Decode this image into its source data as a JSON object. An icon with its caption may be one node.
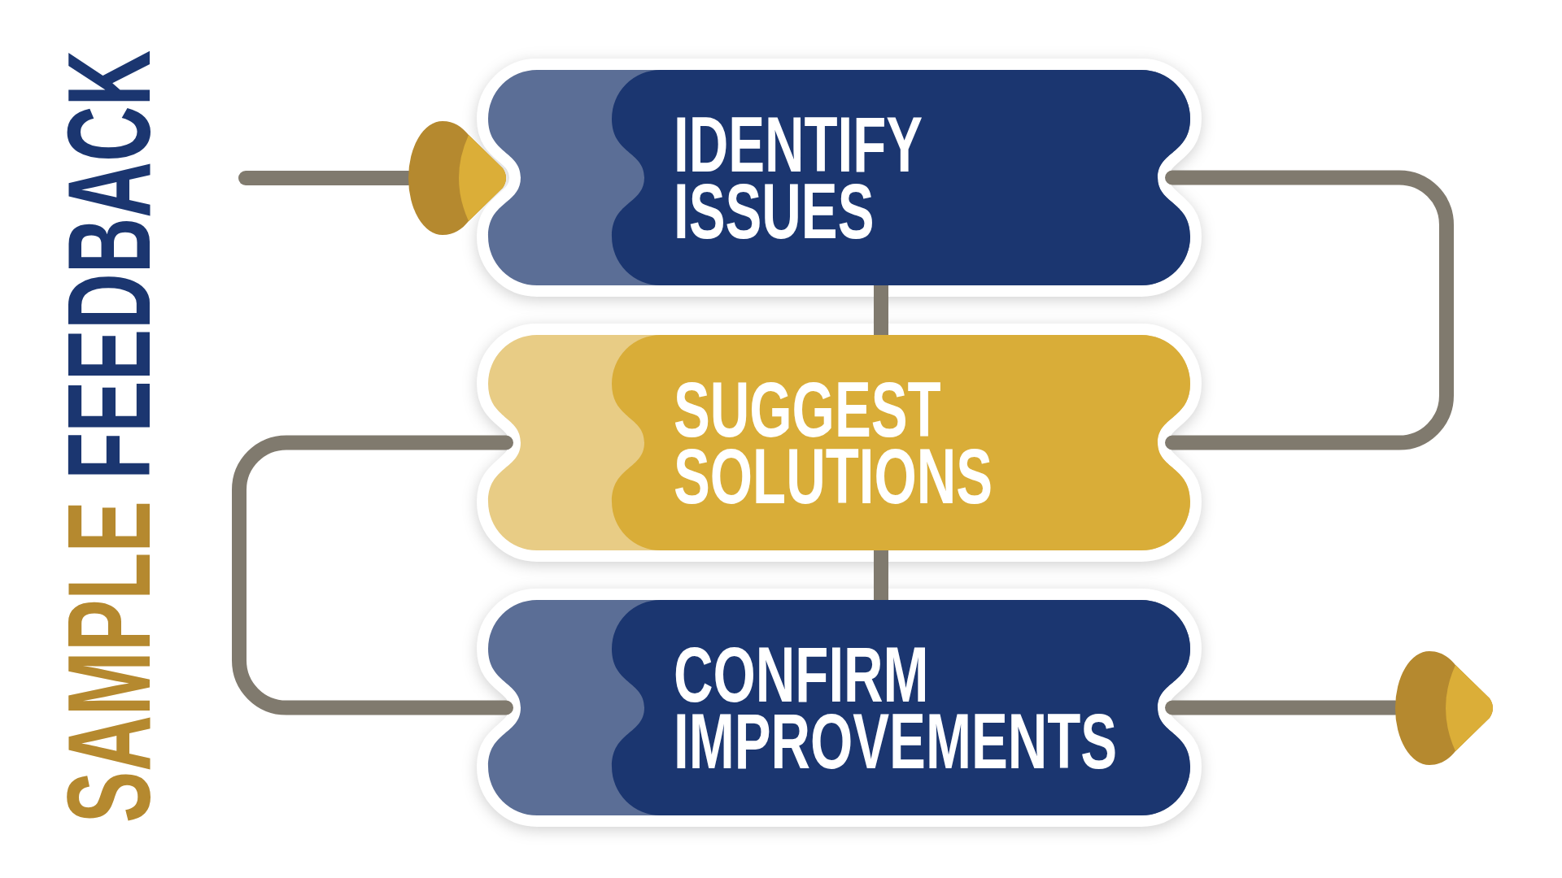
{
  "diagram": {
    "title": "SAMPLE FEEDBACK",
    "nodes": [
      {
        "text": [],
        "shape": "cone"
      },
      {
        "text": [
          "IDENTIFY ISSUES"
        ]
      },
      {
        "text": [
          "SUGGEST SOLUTIONS"
        ]
      },
      {
        "text": [
          "CONFIRM IMPROVEMENTS"
        ]
      },
      {
        "text": [],
        "shape": "cone"
      }
    ],
    "edges": [
      {
        "from": null,
        "to": 0,
        "arrow": "none"
      },
      {
        "from": 1,
        "to": 2,
        "arrow": "none"
      },
      {
        "from": 1,
        "to": 2,
        "arrow": "none"
      },
      {
        "from": 2,
        "to": 3,
        "arrow": "none"
      },
      {
        "from": 2,
        "to": 3,
        "arrow": "none"
      },
      {
        "from": 3,
        "to": 4,
        "arrow": "none"
      }
    ]
  }
}
